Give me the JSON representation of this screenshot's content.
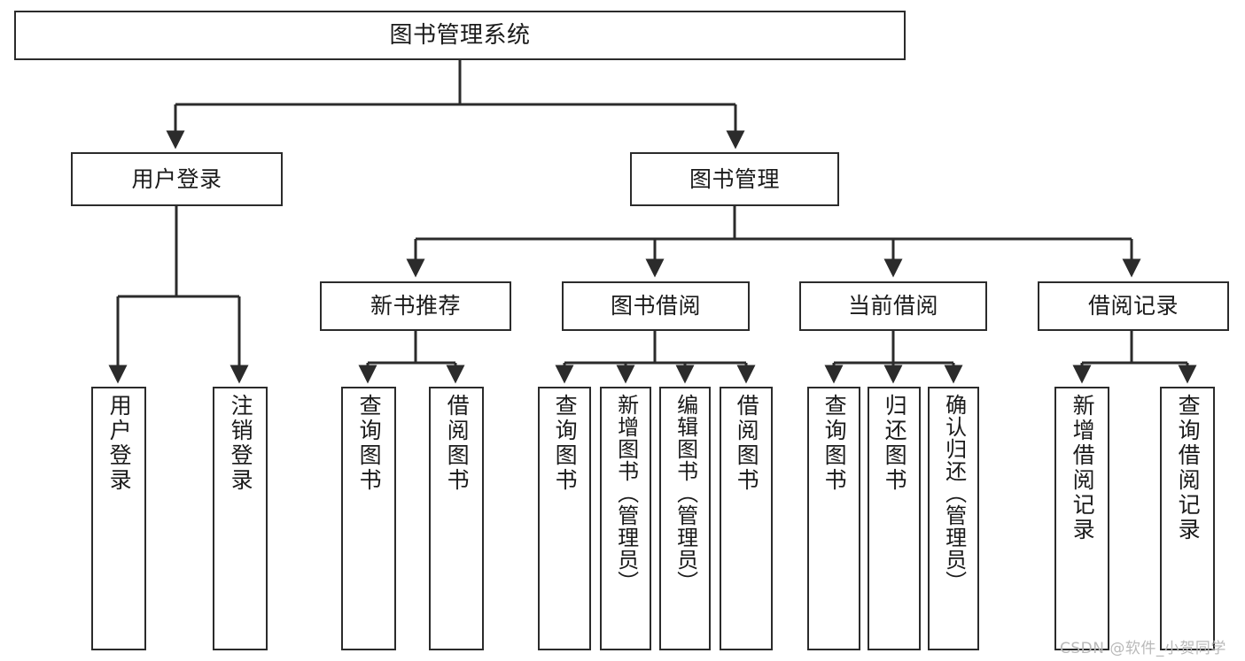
{
  "diagram": {
    "title": "图书管理系统",
    "watermark": "CSDN @软件_小贺同学",
    "stroke_color": "#2b2b2b",
    "fill_color": "#ffffff",
    "text_color": "#1a1a1a",
    "watermark_color": "#b9b9b9",
    "nodes": {
      "root": {
        "label": "图书管理系统"
      },
      "level1": [
        {
          "label": "用户登录"
        },
        {
          "label": "图书管理"
        }
      ],
      "level2": [
        {
          "label": "新书推荐"
        },
        {
          "label": "图书借阅"
        },
        {
          "label": "当前借阅"
        },
        {
          "label": "借阅记录"
        }
      ],
      "leaves": [
        {
          "label": "用户登录"
        },
        {
          "label": "注销登录"
        },
        {
          "label": "查询图书"
        },
        {
          "label": "借阅图书"
        },
        {
          "label": "查询图书"
        },
        {
          "label": "新增图书（管理员）"
        },
        {
          "label": "编辑图书（管理员）"
        },
        {
          "label": "借阅图书"
        },
        {
          "label": "查询图书"
        },
        {
          "label": "归还图书"
        },
        {
          "label": "确认归还（管理员）"
        },
        {
          "label": "新增借阅记录"
        },
        {
          "label": "查询借阅记录"
        }
      ]
    }
  }
}
